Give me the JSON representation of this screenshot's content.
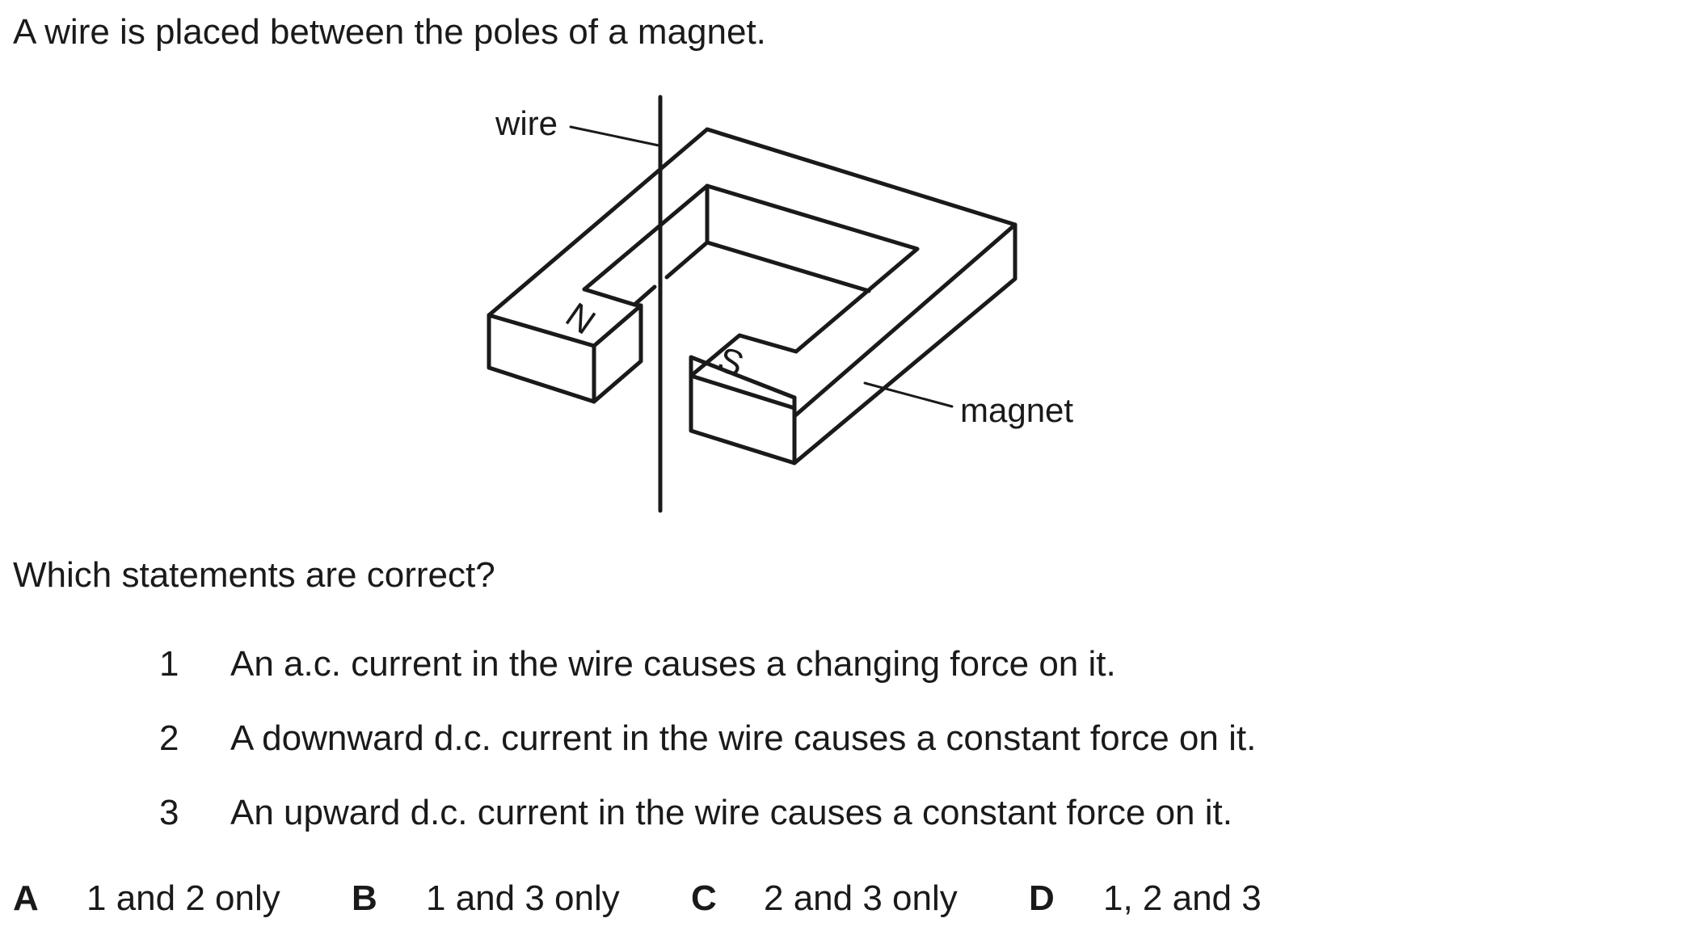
{
  "intro": "A wire is placed between the poles of a magnet.",
  "diagram": {
    "wire_label": "wire",
    "magnet_label": "magnet",
    "north_label": "N",
    "south_label": "S"
  },
  "question": "Which statements are correct?",
  "statements": [
    {
      "num": "1",
      "text": "An a.c. current in the wire causes a changing force on it."
    },
    {
      "num": "2",
      "text": "A downward d.c. current in the wire causes a constant force on it."
    },
    {
      "num": "3",
      "text": "An upward d.c. current in the wire causes a constant force on it."
    }
  ],
  "options": [
    {
      "letter": "A",
      "text": "1 and 2 only"
    },
    {
      "letter": "B",
      "text": "1 and 3 only"
    },
    {
      "letter": "C",
      "text": "2 and 3 only"
    },
    {
      "letter": "D",
      "text": "1, 2 and 3"
    }
  ]
}
